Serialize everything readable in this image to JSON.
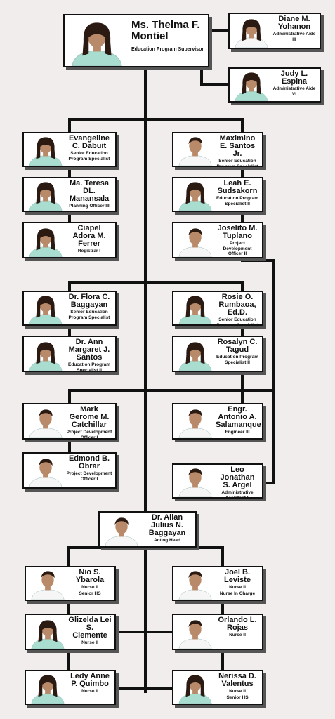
{
  "colors": {
    "background": "#f1eded",
    "line": "#111111",
    "uniform_green": "#a8ddd0",
    "uniform_white": "#f6f6f6",
    "skin": "#b98a6a",
    "hair": "#2a1a12"
  },
  "supervisor": {
    "name": "Ms. Thelma F. Montiel",
    "role": "Education Program Supervisor"
  },
  "aides": [
    {
      "name": "Diane M. Yohanon",
      "role": "Administrative Aide III"
    },
    {
      "name": "Judy L. Espina",
      "role": "Administrative Aide VI"
    }
  ],
  "section1": {
    "left": [
      {
        "name": "Evangeline C. Dabuit",
        "role": "Senior Education Program Specialist"
      },
      {
        "name": "Ma. Teresa DL. Manansala",
        "role": "Planning Officer III"
      },
      {
        "name": "Ciapel Adora M. Ferrer",
        "role": "Registrar I"
      }
    ],
    "right": [
      {
        "name": "Maximino E. Santos Jr.",
        "role": "Senior Education Program Specialist"
      },
      {
        "name": "Leah E. Sudsakorn",
        "role": "Education Program Specialist II"
      },
      {
        "name": "Joselito M. Tuplano",
        "role": "Project Development Officer II"
      }
    ]
  },
  "section2": {
    "left": [
      {
        "name": "Dr. Flora C. Baggayan",
        "role": "Senior Education Program Specialist"
      },
      {
        "name": "Dr. Ann Margaret J. Santos",
        "role": "Education Program Specialist II"
      }
    ],
    "right": [
      {
        "name": "Rosie O. Rumbaoa, Ed.D.",
        "role": "Senior Education Program Specialist"
      },
      {
        "name": "Rosalyn C. Tagud",
        "role": "Education Program Specialist II"
      }
    ]
  },
  "section3": {
    "left": [
      {
        "name": "Mark Gerome M. Catchillar",
        "role": "Project Development Officer I"
      },
      {
        "name": "Edmond B. Obrar",
        "role": "Project Development Officer I"
      }
    ],
    "right": [
      {
        "name": "Engr. Antonio A. Salamanque",
        "role": "Engineer III"
      },
      {
        "name": "Leo Jonathan S. Argel",
        "role": "Administrative Assistnat II"
      }
    ]
  },
  "medical_head": {
    "name": "Dr. Allan Julius N. Baggayan",
    "role": "Acting Head"
  },
  "medical": {
    "left": [
      {
        "name": "Nio S. Ybarola",
        "role": "Nurse II",
        "role2": "Senior HS"
      },
      {
        "name": "Glizelda Lei S. Clemente",
        "role": "Nurse II"
      },
      {
        "name": "Ledy Anne P. Quimbo",
        "role": "Nurse II"
      }
    ],
    "right": [
      {
        "name": "Joel B. Leviste",
        "role": "Nurse II",
        "role2": "Nurse In Charge"
      },
      {
        "name": "Orlando L. Rojas",
        "role": "Nurse II"
      },
      {
        "name": "Nerissa D. Valentus",
        "role": "Nurse II",
        "role2": "Senior HS"
      }
    ]
  }
}
